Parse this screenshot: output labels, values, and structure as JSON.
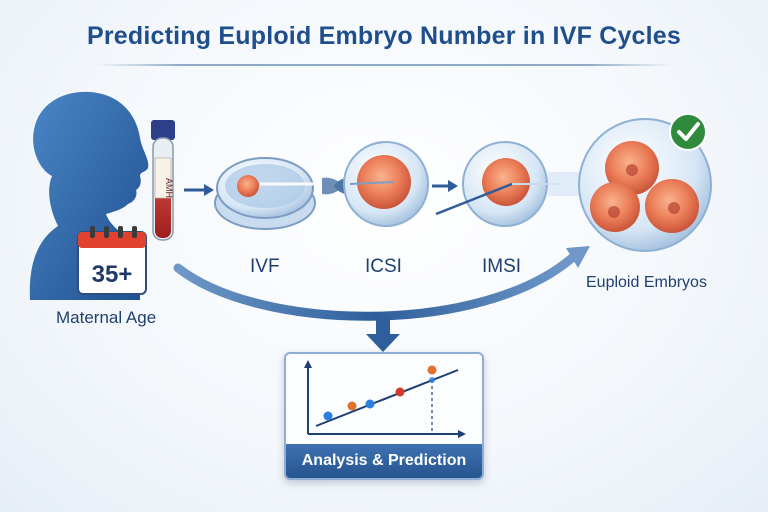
{
  "title": "Predicting Euploid Embryo Number in IVF Cycles",
  "maternal_age": {
    "badge": "35+",
    "label": "Maternal Age",
    "tube_label": "AMH"
  },
  "steps": [
    {
      "label": "IVF"
    },
    {
      "label": "ICSI"
    },
    {
      "label": "IMSI"
    }
  ],
  "outcome": {
    "label": "Euploid Embryos"
  },
  "analysis": {
    "caption": "Analysis & Prediction"
  },
  "colors": {
    "title": "#1e4e8c",
    "accent_blue": "#2f6db3",
    "point_blue": "#2b7de0",
    "point_orange": "#e0702a",
    "point_red": "#d23a2a",
    "check_green": "#2f8a3c"
  }
}
